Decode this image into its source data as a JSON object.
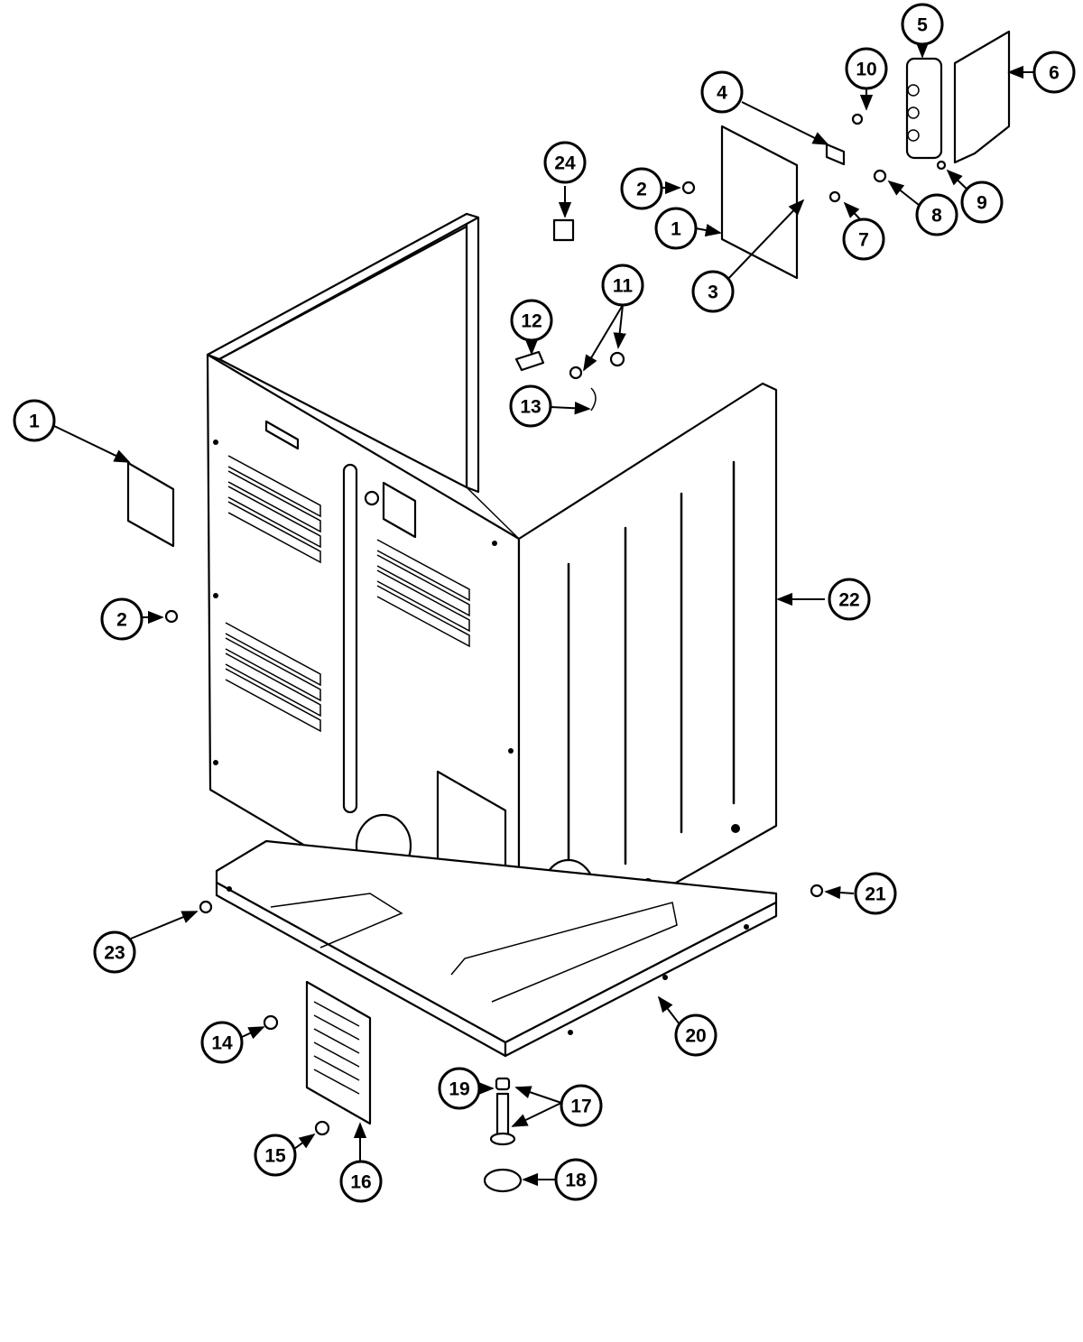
{
  "callouts": {
    "c1_left": "1",
    "c2_left": "2",
    "c1_top": "1",
    "c2_top": "2",
    "c3": "3",
    "c4": "4",
    "c5": "5",
    "c6": "6",
    "c7": "7",
    "c8": "8",
    "c9": "9",
    "c10": "10",
    "c11": "11",
    "c12": "12",
    "c13": "13",
    "c14": "14",
    "c15": "15",
    "c16": "16",
    "c17": "17",
    "c18": "18",
    "c19": "19",
    "c20": "20",
    "c21": "21",
    "c22": "22",
    "c23": "23",
    "c24": "24"
  }
}
